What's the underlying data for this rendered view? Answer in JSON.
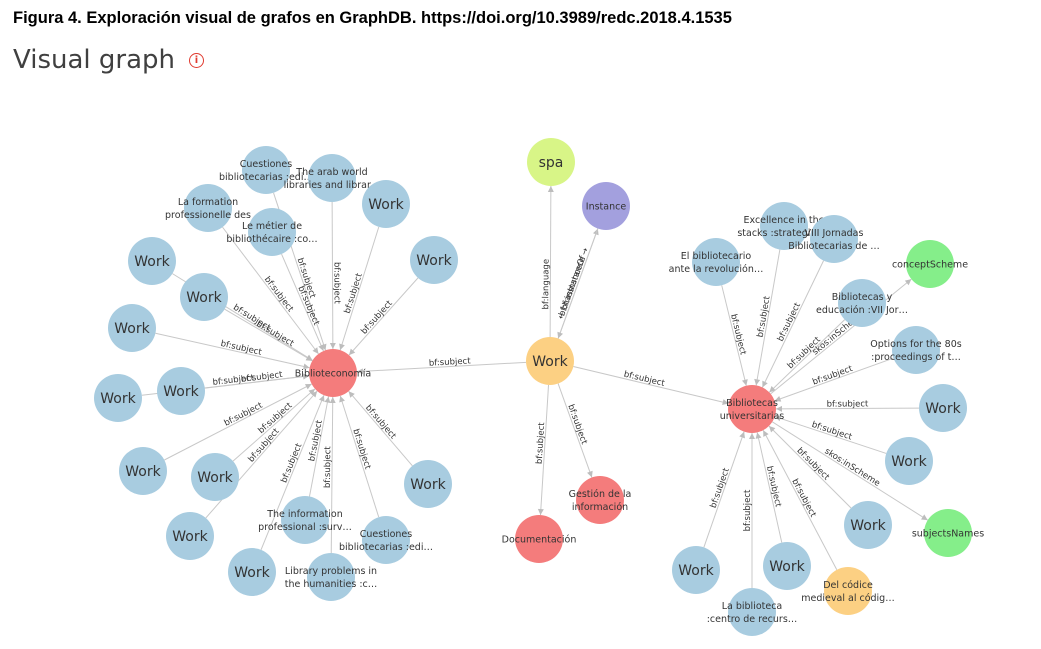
{
  "caption": "Figura 4. Exploración visual de grafos en GraphDB. https://doi.org/10.3989/redc.2018.4.1535",
  "title": "Visual graph",
  "info_icon": "info-icon",
  "colors": {
    "work": "#a8cce0",
    "subject": "#f47c7c",
    "center": "#fcd083",
    "literal": "#d8f587",
    "instance": "#a3a0de",
    "scheme": "#85ee8a",
    "edge": "#c8c8c8"
  },
  "nodes": {
    "spa": "spa",
    "instance": "Instance",
    "center": "Work",
    "biblio": "Biblioteconomía",
    "univ": [
      "Bibliotecas",
      "universitarias"
    ],
    "doc": "Documentación",
    "gestion": [
      "Gestión de la",
      "información"
    ],
    "scheme": "conceptScheme",
    "subjects": "subjectsNames",
    "codice": [
      "Del códice",
      "medieval al códig…"
    ]
  },
  "left_works": [
    [
      "Cuestiones",
      "bibliotecarias :edi…"
    ],
    [
      "The arab world",
      "libraries and librar…"
    ],
    [
      "Work"
    ],
    [
      "La formation",
      "professionelle des"
    ],
    [
      "Le métier de",
      "bibliothécaire :co…"
    ],
    [
      "Work"
    ],
    [
      "Work"
    ],
    [
      "Work"
    ],
    [
      "Work"
    ],
    [
      "Work"
    ],
    [
      "Work"
    ],
    [
      "Work"
    ],
    [
      "Work"
    ],
    [
      "Work"
    ],
    [
      "Work"
    ],
    [
      "The information",
      "professional :surv…"
    ],
    [
      "Cuestiones",
      "bibliotecarias :edi…"
    ],
    [
      "Work"
    ],
    [
      "Library problems in",
      "the humanities :c…"
    ]
  ],
  "right_works": [
    [
      "Excellence in the",
      "stacks :strategies…"
    ],
    [
      "VIII Jornadas",
      "Bibliotecarias de …"
    ],
    [
      "El bibliotecario",
      "ante la revolución…"
    ],
    [
      "Bibliotecas y",
      "educación :VII Jor…"
    ],
    [
      "Options for the 80s",
      ":proceedings of t…"
    ],
    [
      "Work"
    ],
    [
      "Work"
    ],
    [
      "Work"
    ],
    [
      "Work"
    ],
    [
      "Work"
    ],
    [
      "La biblioteca",
      ":centro de recurs…"
    ]
  ],
  "edge_labels": {
    "subject": "bf:subject",
    "language": "bf:language",
    "hasInstance": "bf:hasInstance →",
    "instanceOf": "← bf:instanceOf",
    "inScheme": "skos:inScheme"
  }
}
